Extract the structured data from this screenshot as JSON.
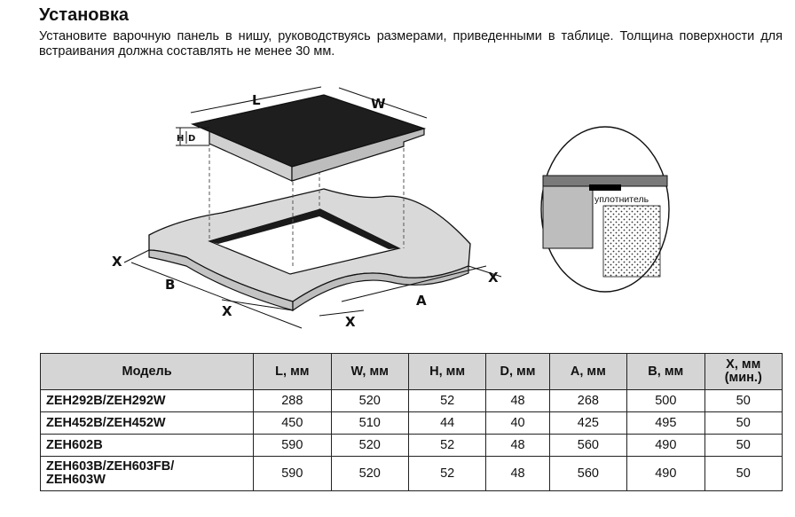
{
  "title": "Установка",
  "intro": "Установите варочную панель в нишу, руководствуясь размерами, приведенными в таблице. Толщина поверхности для встраивания должна составлять не менее 30 мм.",
  "figure": {
    "labels": {
      "L": "L",
      "W": "W",
      "H": "H",
      "D": "D",
      "A": "A",
      "B": "B",
      "X": "X"
    },
    "seal_label": "уплотнитель"
  },
  "table": {
    "headers": {
      "model": "Модель",
      "L": "L, мм",
      "W": "W, мм",
      "H": "H, мм",
      "D": "D, мм",
      "A": "A, мм",
      "B": "B, мм",
      "X_line1": "X, мм",
      "X_line2": "(мин.)"
    },
    "rows": [
      {
        "model": "ZEH292B/ZEH292W",
        "model2": "",
        "L": "288",
        "W": "520",
        "H": "52",
        "D": "48",
        "A": "268",
        "B": "500",
        "X": "50"
      },
      {
        "model": "ZEH452B/ZEH452W",
        "model2": "",
        "L": "450",
        "W": "510",
        "H": "44",
        "D": "40",
        "A": "425",
        "B": "495",
        "X": "50"
      },
      {
        "model": "ZEH602B",
        "model2": "",
        "L": "590",
        "W": "520",
        "H": "52",
        "D": "48",
        "A": "560",
        "B": "490",
        "X": "50"
      },
      {
        "model": "ZEH603B/ZEH603FB/",
        "model2": "ZEH603W",
        "L": "590",
        "W": "520",
        "H": "52",
        "D": "48",
        "A": "560",
        "B": "490",
        "X": "50"
      }
    ]
  }
}
